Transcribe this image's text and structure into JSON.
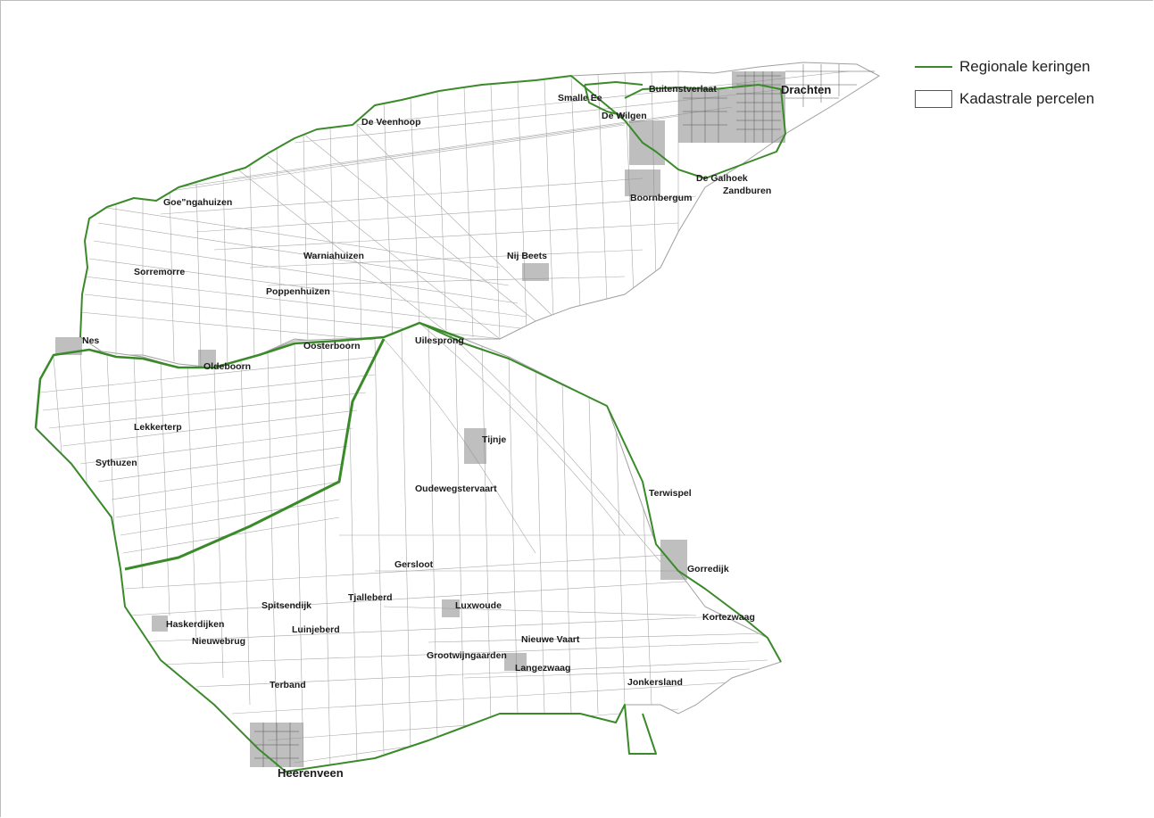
{
  "colors": {
    "keringen": "#3a8a2a",
    "percelen_stroke": "#9a9a9a",
    "urban": "#6a6a6a"
  },
  "legend": {
    "items": [
      {
        "label": "Regionale keringen",
        "symbol": "green-line"
      },
      {
        "label": "Kadastrale percelen",
        "symbol": "white-box"
      }
    ]
  },
  "places": {
    "drachten": "Drachten",
    "buitenstverlaat": "Buitenstverlaat",
    "smalle_ee": "Smalle Ee",
    "de_wilgen": "De Wilgen",
    "de_galhoek": "De Galhoek",
    "zandburen": "Zandburen",
    "boornbergum": "Boornbergum",
    "de_veenhoop": "De Veenhoop",
    "goengahuizen": "Goe\"ngahuizen",
    "sorremorre": "Sorremorre",
    "warniahuizen": "Warniahuizen",
    "nij_beets": "Nij Beets",
    "poppenhuizen": "Poppenhuizen",
    "nes": "Nes",
    "oldeboorn": "Oldeboorn",
    "oosterboorn": "Oosterboorn",
    "uilesprong": "Uilesprong",
    "lekkerterp": "Lekkerterp",
    "sythuzen": "Sythuzen",
    "tijnje": "Tijnje",
    "oudewegstervaart": "Oudewegstervaart",
    "terwispel": "Terwispel",
    "gorredijk": "Gorredijk",
    "kortezwaag": "Kortezwaag",
    "gersloot": "Gersloot",
    "spitsendijk": "Spitsendijk",
    "tjalleberd": "Tjalleberd",
    "haskerdijken": "Haskerdijken",
    "nieuwebrug": "Nieuwebrug",
    "luinjeberd": "Luinjeberd",
    "luxwoude": "Luxwoude",
    "nieuwe_vaart": "Nieuwe Vaart",
    "grootwijngaarden": "Grootwijngaarden",
    "langezwaag": "Langezwaag",
    "jonkersland": "Jonkersland",
    "terband": "Terband",
    "heerenveen": "Heerenveen"
  }
}
